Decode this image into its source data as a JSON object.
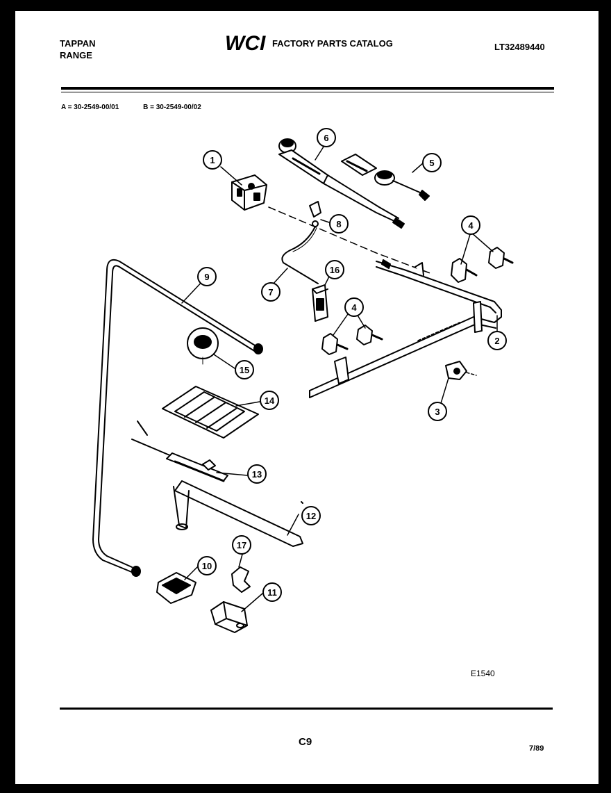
{
  "header": {
    "brand_line1": "TAPPAN",
    "brand_line2": "RANGE",
    "logo_text": "WCI",
    "catalog_title": "FACTORY PARTS CATALOG",
    "catalog_number": "LT32489440"
  },
  "models": {
    "a": "A = 30-2549-00/01",
    "b": "B = 30-2549-00/02"
  },
  "callouts": [
    {
      "id": "c1",
      "label": "1"
    },
    {
      "id": "c2",
      "label": "2"
    },
    {
      "id": "c3",
      "label": "3"
    },
    {
      "id": "c4a",
      "label": "4"
    },
    {
      "id": "c4b",
      "label": "4"
    },
    {
      "id": "c5",
      "label": "5"
    },
    {
      "id": "c6",
      "label": "6"
    },
    {
      "id": "c7",
      "label": "7"
    },
    {
      "id": "c8",
      "label": "8"
    },
    {
      "id": "c9",
      "label": "9"
    },
    {
      "id": "c10",
      "label": "10"
    },
    {
      "id": "c11",
      "label": "11"
    },
    {
      "id": "c12",
      "label": "12"
    },
    {
      "id": "c13",
      "label": "13"
    },
    {
      "id": "c14",
      "label": "14"
    },
    {
      "id": "c15",
      "label": "15"
    },
    {
      "id": "c16",
      "label": "16"
    },
    {
      "id": "c17",
      "label": "17"
    }
  ],
  "footer": {
    "diagram_code": "E1540",
    "page_number": "C9",
    "date": "7/89"
  }
}
